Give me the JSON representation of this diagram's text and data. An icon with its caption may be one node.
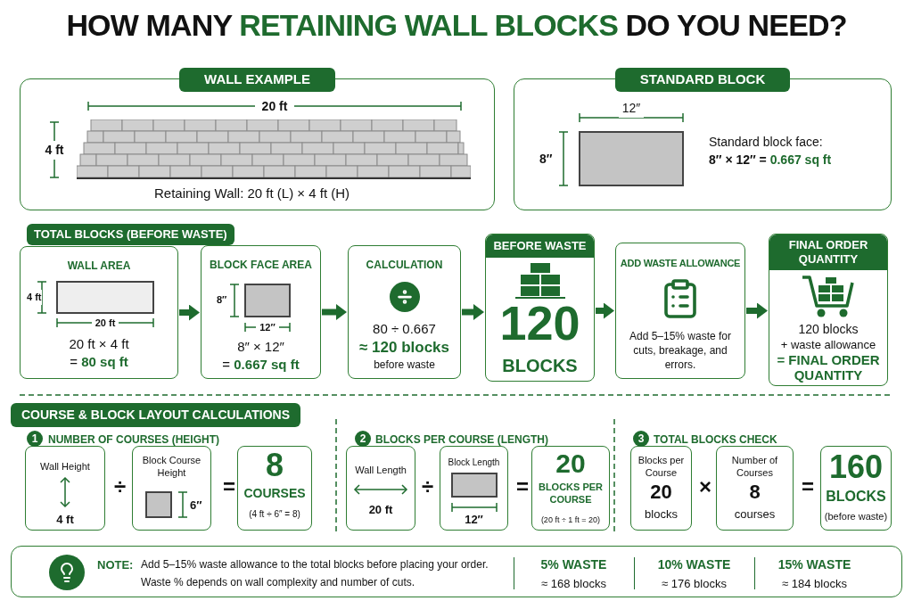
{
  "diagram": {
    "title": "HOW MANY **RETAINING WALL BLOCKS** DO YOU NEED?",
    "nodes": [
      {
        "text": [
          "WALL EXAMPLE",
          "20 ft",
          "4 ft",
          "Retaining Wall: 20 ft (L) × 4 ft (H)"
        ]
      },
      {
        "text": [
          "STANDARD BLOCK",
          "12″",
          "8″",
          "Standard block face:",
          "8″ × 12″ = **0.667 sq ft**"
        ]
      },
      {
        "text": [
          "WALL AREA",
          "4 ft",
          "20 ft",
          "20 ft × 4 ft",
          "= **80 sq ft**"
        ]
      },
      {
        "text": [
          "BLOCK FACE AREA",
          "8″",
          "12″",
          "8″ × 12″",
          "= **0.667 sq ft**"
        ]
      },
      {
        "text": [
          "CALCULATION",
          "80 ÷ 0.667",
          "≈ 120 blocks",
          "before waste"
        ]
      },
      {
        "text": [
          "BEFORE WASTE",
          "120",
          "BLOCKS"
        ]
      },
      {
        "text": [
          "ADD WASTE ALLOWANCE",
          "Add 5–15% waste for cuts, breakage, and errors."
        ]
      },
      {
        "text": [
          "FINAL ORDER QUANTITY",
          "120 blocks",
          "+ waste allowance",
          "= FINAL ORDER QUANTITY"
        ]
      },
      {
        "text": [
          "Wall Height",
          "4 ft"
        ]
      },
      {
        "text": [
          "Block Course Height",
          "6″"
        ]
      },
      {
        "text": [
          "8",
          "COURSES",
          "(4 ft ÷ 6″ = 8)"
        ]
      },
      {
        "text": [
          "Wall Length",
          "20 ft"
        ]
      },
      {
        "text": [
          "Block Length",
          "12″"
        ]
      },
      {
        "text": [
          "20",
          "BLOCKS PER COURSE",
          "(20 ft ÷ 1 ft = 20)"
        ]
      },
      {
        "text": [
          "Blocks per Course",
          "20",
          "blocks"
        ]
      },
      {
        "text": [
          "Number of Courses",
          "8",
          "courses"
        ]
      },
      {
        "text": [
          "160",
          "BLOCKS",
          "(before waste)"
        ]
      },
      {
        "text": [
          "NOTE:",
          "Add 5–15% waste allowance to the total blocks before placing your order.",
          "Waste % depends on wall complexity and number of cuts.",
          "5% WASTE",
          "≈ 168 blocks",
          "10% WASTE",
          "≈ 176 blocks",
          "15% WASTE",
          "≈ 184 blocks"
        ]
      }
    ],
    "edges": [
      {
        "from": 2,
        "to": 3,
        "arrow": "to"
      },
      {
        "from": 3,
        "to": 4,
        "arrow": "to"
      },
      {
        "from": 4,
        "to": 5,
        "arrow": "to"
      },
      {
        "from": 5,
        "to": 6,
        "arrow": "to"
      },
      {
        "from": 6,
        "to": 7,
        "arrow": "to"
      }
    ],
    "labels": [
      "TOTAL BLOCKS (BEFORE WASTE)",
      "COURSE & BLOCK LAYOUT CALCULATIONS",
      "1",
      "NUMBER OF COURSES (HEIGHT)",
      "2",
      "BLOCKS PER COURSE (LENGTH)",
      "3",
      "TOTAL BLOCKS CHECK",
      "÷",
      "=",
      "÷",
      "=",
      "×",
      "="
    ]
  }
}
